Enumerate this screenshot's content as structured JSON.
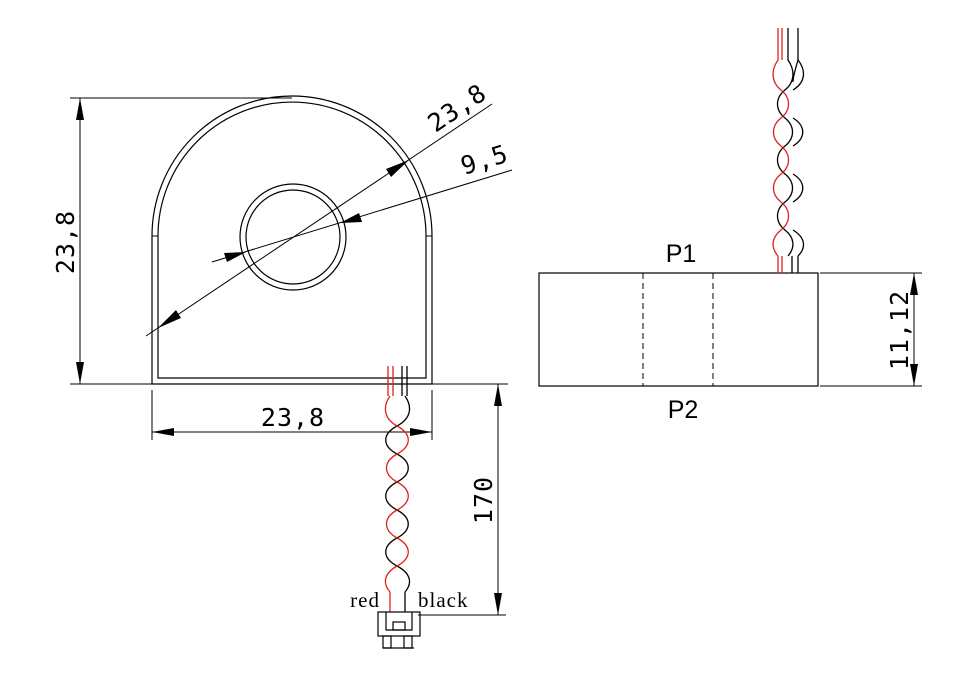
{
  "front_view": {
    "height_label": "23,8",
    "width_label": "23,8",
    "outer_diameter_label": "23,8",
    "inner_diameter_label": "9,5",
    "lead_length_label": "170",
    "wire_labels": {
      "red": "red",
      "black": "black"
    }
  },
  "side_view": {
    "top_label": "P1",
    "bottom_label": "P2",
    "thickness_label": "11,12"
  },
  "colors": {
    "line": "#000000",
    "red_wire": "#e0201b",
    "background": "#ffffff"
  }
}
